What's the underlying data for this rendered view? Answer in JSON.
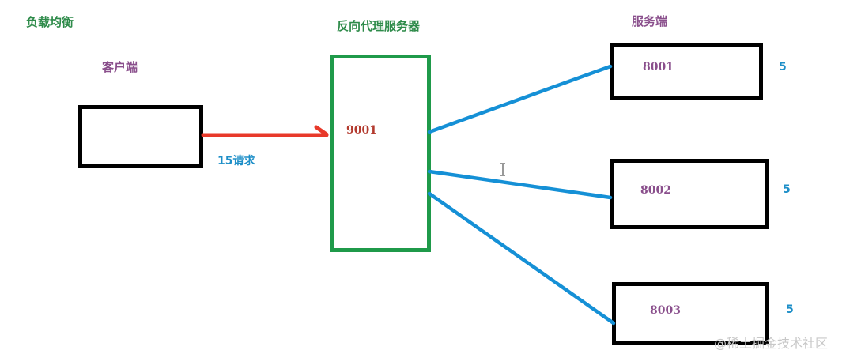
{
  "diagram": {
    "title": "负载均衡",
    "client": {
      "label": "客户端",
      "requests_label": "15请求"
    },
    "proxy": {
      "label": "反向代理服务器",
      "port": "9001"
    },
    "servers": {
      "label": "服务端",
      "items": [
        {
          "port": "8001",
          "count": "5"
        },
        {
          "port": "8002",
          "count": "5"
        },
        {
          "port": "8003",
          "count": "5"
        }
      ]
    },
    "watermark": "@稀土掘金技术社区"
  },
  "colors": {
    "title_green": "#2e8b4a",
    "proxy_border": "#1f9a4a",
    "label_purple": "#8a4f8c",
    "proxy_port_red": "#b33a2e",
    "request_arrow": "#e8392a",
    "link_blue": "#1590d6",
    "count_blue": "#1e8fc8",
    "box_black": "#000000"
  }
}
